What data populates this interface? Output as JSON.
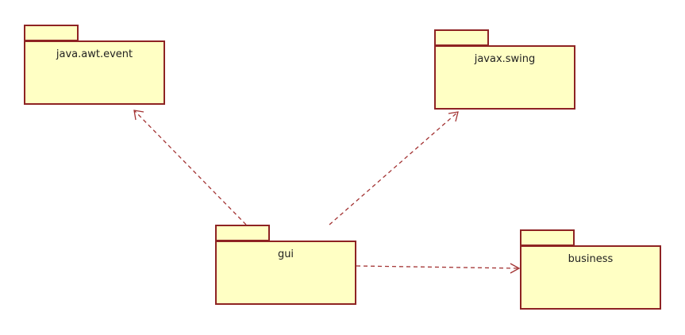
{
  "packages": [
    {
      "name": "java.awt.event"
    },
    {
      "name": "javax.swing"
    },
    {
      "name": "gui"
    },
    {
      "name": "business"
    }
  ],
  "dependencies": [
    {
      "from": "gui",
      "to": "java.awt.event"
    },
    {
      "from": "gui",
      "to": "javax.swing"
    },
    {
      "from": "gui",
      "to": "business"
    }
  ],
  "colors": {
    "fill": "#ffffc4",
    "border": "#8e2323",
    "arrow": "#a33333"
  }
}
